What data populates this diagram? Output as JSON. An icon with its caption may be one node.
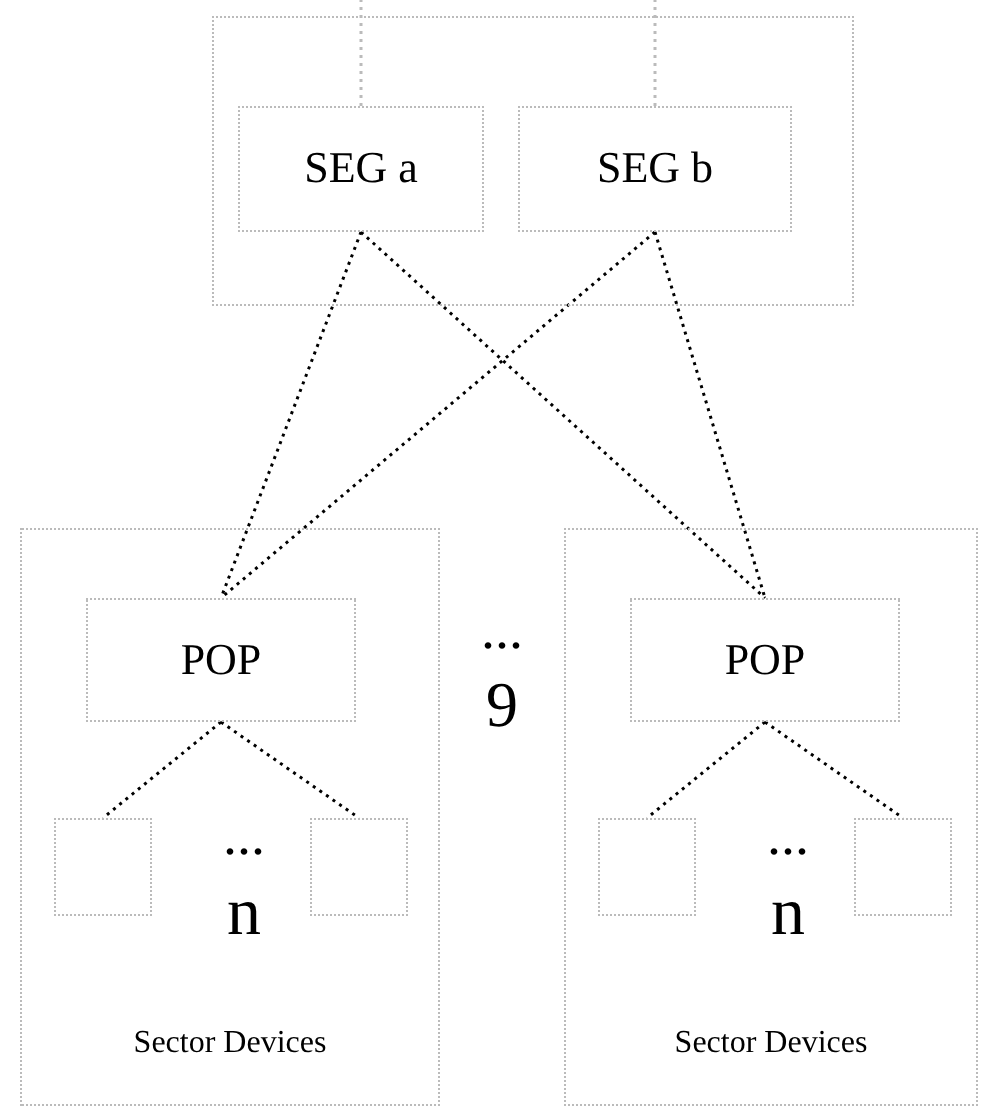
{
  "diagram": {
    "nodes": [
      {
        "text": [],
        "shape": "box"
      },
      {
        "text": [
          "SEG a"
        ],
        "in": 0
      },
      {
        "text": [
          "SEG b"
        ],
        "in": 0
      },
      {
        "text": [
          "Sector Devices"
        ]
      },
      {
        "text": [
          "POP"
        ],
        "in": 3
      },
      {
        "text": [],
        "shape": "box",
        "in": 3
      },
      {
        "text": [],
        "shape": "box",
        "in": 3
      },
      {
        "text": [
          "Sector Devices"
        ]
      },
      {
        "text": [
          "POP"
        ],
        "in": 7
      },
      {
        "text": [],
        "shape": "box",
        "in": 7
      },
      {
        "text": [],
        "shape": "box",
        "in": 7
      }
    ],
    "edges": [
      {
        "from": 1,
        "to": null,
        "arrow": "none",
        "color": "#bbbbbb"
      },
      {
        "from": 2,
        "to": null,
        "arrow": "none",
        "color": "#bbbbbb"
      },
      {
        "from": 1,
        "to": 4,
        "arrow": "none"
      },
      {
        "from": 1,
        "to": 8,
        "arrow": "none"
      },
      {
        "from": 2,
        "to": 4,
        "arrow": "none"
      },
      {
        "from": 2,
        "to": 8,
        "arrow": "none"
      },
      {
        "from": 4,
        "to": 5,
        "arrow": "none"
      },
      {
        "from": 4,
        "to": 6,
        "arrow": "none"
      },
      {
        "from": 8,
        "to": 9,
        "arrow": "none"
      },
      {
        "from": 8,
        "to": 10,
        "arrow": "none"
      }
    ],
    "labels": [
      "...",
      "9",
      "...",
      "n",
      "...",
      "n"
    ]
  }
}
